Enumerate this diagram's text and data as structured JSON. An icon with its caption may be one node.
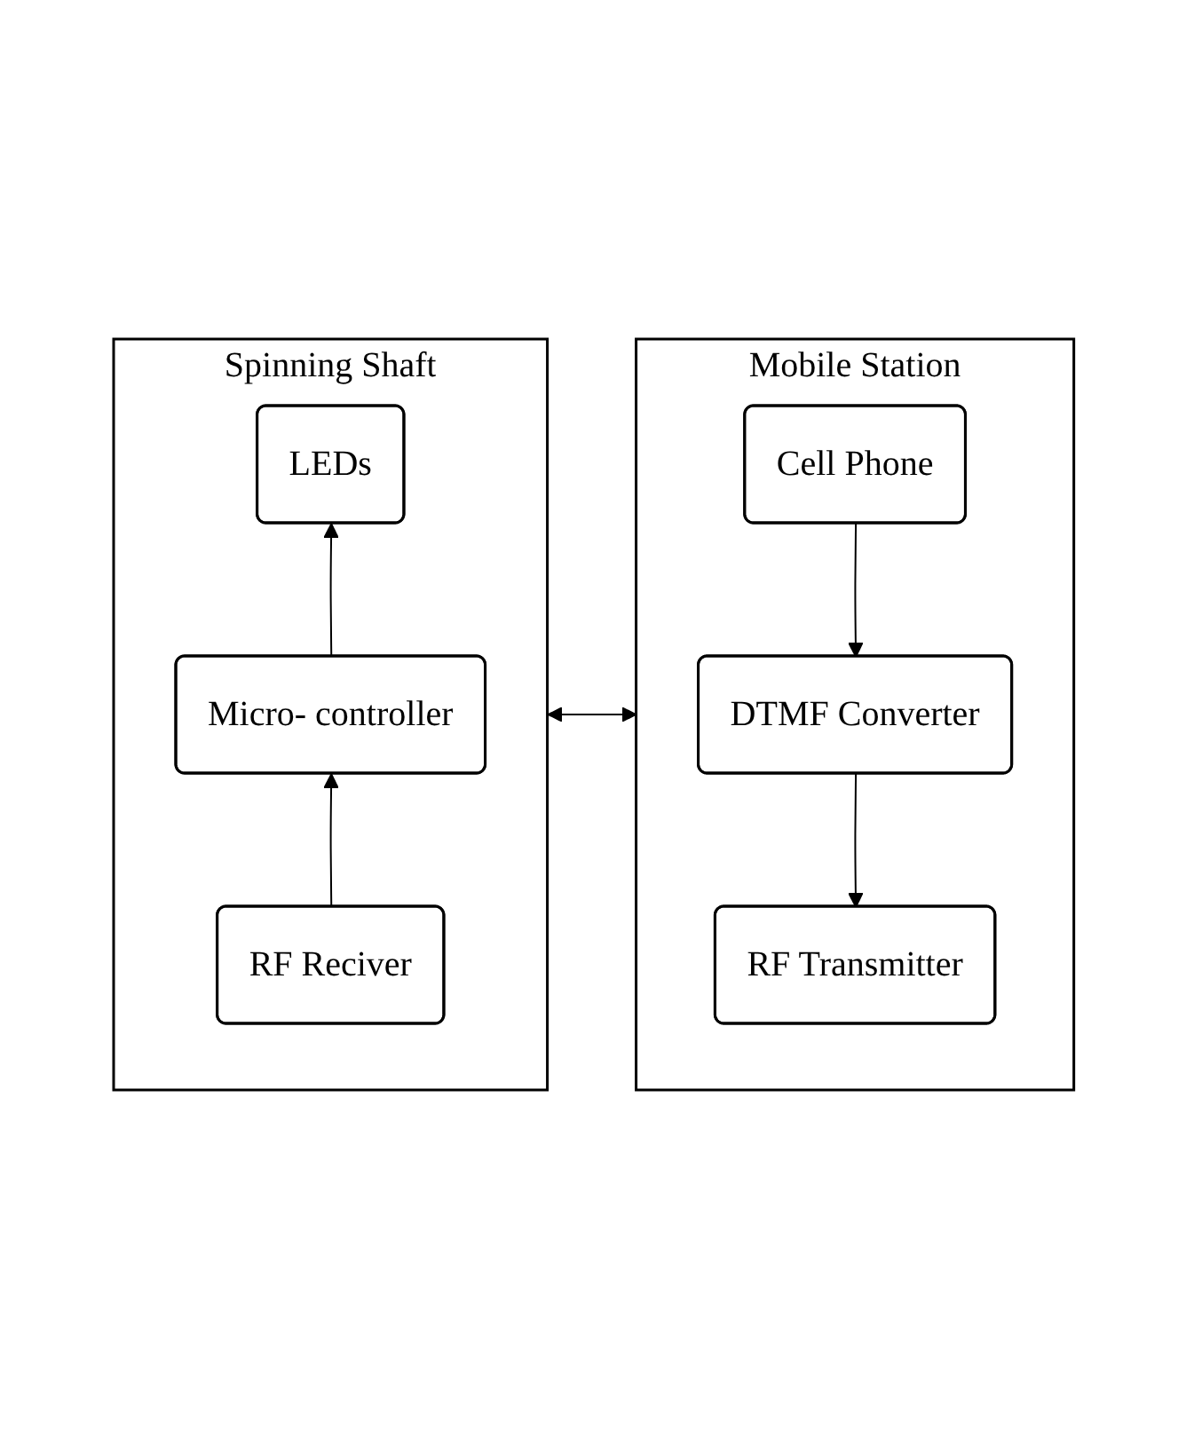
{
  "diagram": {
    "nodes": [
      {
        "text": [
          "Spinning Shaft"
        ]
      },
      {
        "text": [
          "LEDs"
        ],
        "in": 0
      },
      {
        "text": [
          "Micro- controller"
        ],
        "in": 0
      },
      {
        "text": [
          "RF Reciver"
        ],
        "in": 0
      },
      {
        "text": [
          "Mobile Station"
        ]
      },
      {
        "text": [
          "Cell Phone"
        ],
        "in": 4
      },
      {
        "text": [
          "DTMF Converter"
        ],
        "in": 4
      },
      {
        "text": [
          "RF Transmitter"
        ],
        "in": 4
      }
    ],
    "edges": [
      {
        "from": 2,
        "to": 1,
        "arrow": "to"
      },
      {
        "from": 3,
        "to": 2,
        "arrow": "to"
      },
      {
        "from": 0,
        "to": 4,
        "arrow": "both"
      },
      {
        "from": 5,
        "to": 6,
        "arrow": "to"
      },
      {
        "from": 6,
        "to": 7,
        "arrow": "to"
      }
    ]
  }
}
